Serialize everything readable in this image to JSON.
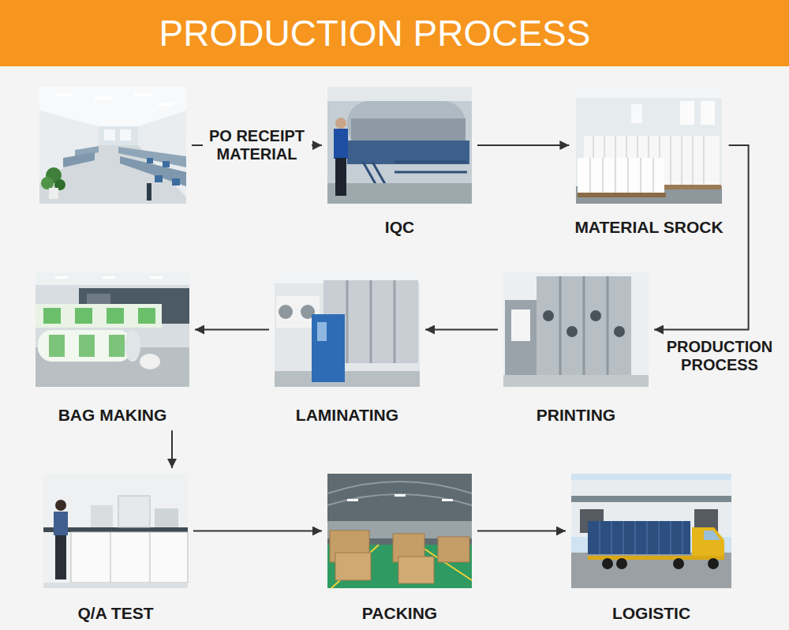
{
  "diagram": {
    "title": "PRODUCTION PROCESS",
    "nodes": [
      {
        "text": []
      },
      {
        "text": [
          "IQC"
        ]
      },
      {
        "text": [
          "MATERIAL SROCK"
        ]
      },
      {
        "text": [
          "BAG MAKING"
        ]
      },
      {
        "text": [
          "LAMINATING"
        ]
      },
      {
        "text": [
          "PRINTING"
        ]
      },
      {
        "text": [
          "Q/A TEST"
        ]
      },
      {
        "text": [
          "PACKING"
        ]
      },
      {
        "text": [
          "LOGISTIC"
        ]
      }
    ],
    "edges": [
      {
        "from": 0,
        "to": 1,
        "label": "PO RECEIPT MATERIAL",
        "arrow": "to"
      },
      {
        "from": 1,
        "to": 2,
        "arrow": "to"
      },
      {
        "from": 2,
        "to": 5,
        "label": "PRODUCTION PROCESS",
        "arrow": "to"
      },
      {
        "from": 5,
        "to": 4,
        "arrow": "to"
      },
      {
        "from": 4,
        "to": 3,
        "arrow": "to"
      },
      {
        "from": 3,
        "to": 6,
        "arrow": "to"
      },
      {
        "from": 6,
        "to": 7,
        "arrow": "to"
      },
      {
        "from": 7,
        "to": 8,
        "arrow": "to"
      }
    ]
  }
}
